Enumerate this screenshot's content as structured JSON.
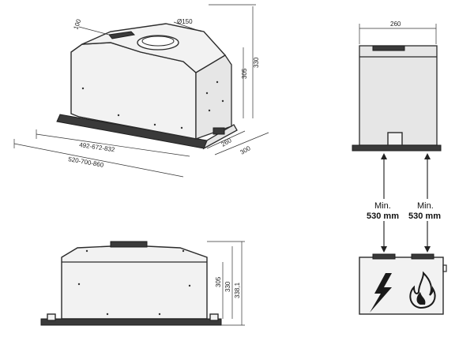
{
  "iso_view": {
    "dim_top_depth": "100",
    "dim_flue": "Ø150",
    "dim_height_total": "330",
    "dim_height_body": "305",
    "dim_width_inner": "492-672-832",
    "dim_width_outer": "520-700-860",
    "dim_side_depth": "260",
    "dim_side_total": "300"
  },
  "side_view": {
    "dim_width": "260"
  },
  "front_view": {
    "dim_height_body": "305",
    "dim_height_total": "330",
    "dim_height_max": "338,1"
  },
  "clearance": {
    "left_label": "Min.",
    "left_value": "530 mm",
    "right_label": "Min.",
    "right_value": "530 mm"
  },
  "icons": [
    "lightning-icon",
    "flame-icon"
  ]
}
